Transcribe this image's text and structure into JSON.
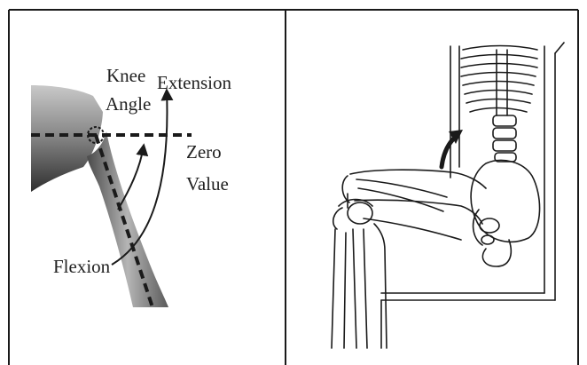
{
  "left_panel": {
    "labels": {
      "knee": "Knee",
      "angle": "Angle",
      "extension": "Extension",
      "zero": "Zero",
      "value": "Value",
      "flexion": "Flexion"
    }
  },
  "colors": {
    "ink": "#1a1a1a",
    "limb": "#7d7d7d",
    "background": "#ffffff"
  }
}
